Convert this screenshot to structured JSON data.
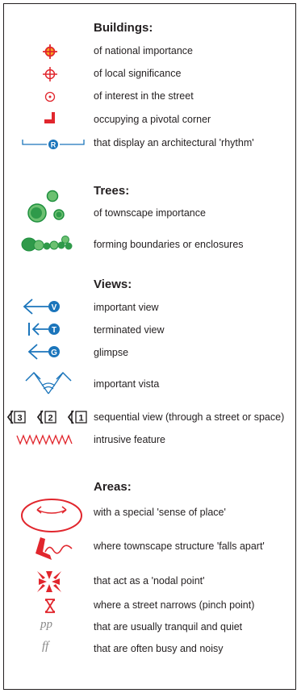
{
  "colors": {
    "red": "#e1262d",
    "orange": "#f7a823",
    "blue": "#1b75bb",
    "green_dark": "#1e8f3e",
    "green_light": "#6cc071",
    "text": "#231f20",
    "grey": "#8a8a8a"
  },
  "sections": {
    "buildings": {
      "title": "Buildings:",
      "items": [
        {
          "label": "of national importance",
          "icon": "crosshair-filled-icon"
        },
        {
          "label": "of local significance",
          "icon": "crosshair-icon"
        },
        {
          "label": "of interest in the street",
          "icon": "dotted-circle-icon"
        },
        {
          "label": "occupying a pivotal corner",
          "icon": "corner-icon"
        },
        {
          "label": "that display an architectural 'rhythm'",
          "icon": "rhythm-r-icon",
          "badge": "R"
        }
      ]
    },
    "trees": {
      "title": "Trees:",
      "items": [
        {
          "label": "of townscape importance",
          "icon": "tree-cluster-icon"
        },
        {
          "label": "forming boundaries or enclosures",
          "icon": "tree-row-icon"
        }
      ]
    },
    "views": {
      "title": "Views:",
      "items": [
        {
          "label": "important view",
          "icon": "view-v-icon",
          "badge": "V"
        },
        {
          "label": "terminated view",
          "icon": "view-t-icon",
          "badge": "T"
        },
        {
          "label": "glimpse",
          "icon": "view-g-icon",
          "badge": "G"
        },
        {
          "label": "important vista",
          "icon": "vista-icon"
        },
        {
          "label": "sequential view (through a street or space)",
          "icon": "sequential-view-icon",
          "steps": [
            "3",
            "2",
            "1"
          ]
        },
        {
          "label": "intrusive feature",
          "icon": "zigzag-icon"
        }
      ]
    },
    "areas": {
      "title": "Areas:",
      "items": [
        {
          "label": "with a special 'sense of place'",
          "icon": "sense-of-place-icon"
        },
        {
          "label": "where townscape structure 'falls apart'",
          "icon": "falls-apart-icon"
        },
        {
          "label": "that act as a 'nodal point'",
          "icon": "nodal-point-icon"
        },
        {
          "label": "where a street narrows (pinch point)",
          "icon": "pinch-point-icon"
        },
        {
          "label": "that are usually tranquil and quiet",
          "icon": "pp-icon",
          "glyph": "pp"
        },
        {
          "label": "that are often busy and noisy",
          "icon": "ff-icon",
          "glyph": "ff"
        }
      ]
    }
  }
}
